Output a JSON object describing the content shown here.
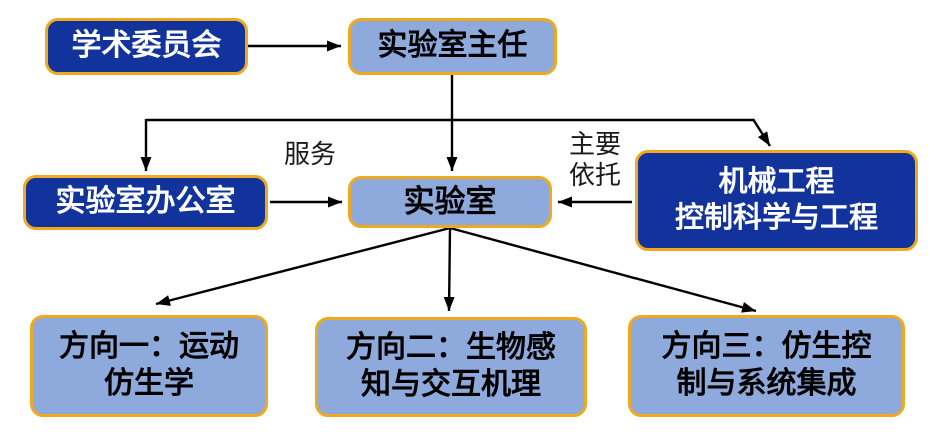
{
  "diagram": {
    "type": "org-flowchart",
    "background": "#FFFFFF",
    "colors": {
      "dark_box_fill": "#11339B",
      "dark_box_text": "#FFFFFF",
      "light_box_fill": "#8EA9DB",
      "light_box_text": "#000000",
      "box_border": "#F0A91F",
      "connector": "#000000"
    },
    "nodes": {
      "academic_committee": {
        "label": "学术委员会",
        "style": "dark"
      },
      "lab_director": {
        "label": "实验室主任",
        "style": "light"
      },
      "lab_office": {
        "label": "实验室办公室",
        "style": "dark"
      },
      "laboratory": {
        "label": "实验室",
        "style": "light"
      },
      "host_school": {
        "line1": "机械工程",
        "line2": "控制科学与工程",
        "style": "dark"
      },
      "direction1": {
        "line1": "方向一：运动",
        "line2": "仿生学",
        "style": "light"
      },
      "direction2": {
        "line1": "方向二：生物感",
        "line2": "知与交互机理",
        "style": "light"
      },
      "direction3": {
        "line1": "方向三：仿生控",
        "line2": "制与系统集成",
        "style": "light"
      }
    },
    "edge_labels": {
      "service": "服务",
      "rely_line1": "主要",
      "rely_line2": "依托"
    },
    "edges": [
      "academic_committee -> lab_director",
      "lab_director -> laboratory",
      "lab_director -> lab_office",
      "lab_director -> host_school",
      "lab_office -> laboratory (服务)",
      "host_school -> laboratory (主要依托)",
      "laboratory -> direction1",
      "laboratory -> direction2",
      "laboratory -> direction3"
    ]
  }
}
